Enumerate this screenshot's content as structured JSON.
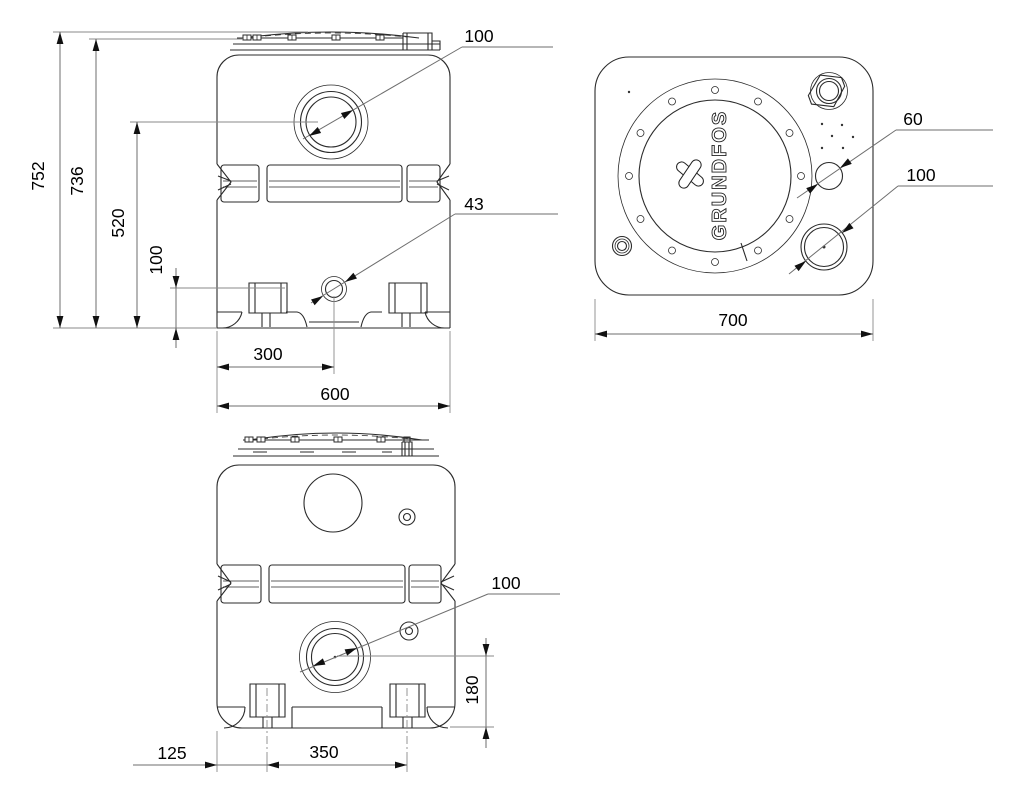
{
  "page": {
    "background_color": "#ffffff",
    "line_color": "#2b2b2b",
    "dimension_line_color": "#6e6e6e"
  },
  "front_view": {
    "overall_height": "752",
    "body_height": "736",
    "inlet_center_height": "520",
    "outlet_center_height": "100",
    "inlet_diameter": "100",
    "outlet_diameter": "43",
    "outlet_offset_from_left": "300",
    "overall_width": "600"
  },
  "top_view": {
    "overall_width": "700",
    "vent_diameter": "60",
    "inlet_diameter": "100",
    "logo_text": "GRUNDFOS"
  },
  "side_view": {
    "inlet_diameter": "100",
    "inlet_center_height": "180",
    "foot_edge_offset": "125",
    "foot_spacing": "350"
  }
}
